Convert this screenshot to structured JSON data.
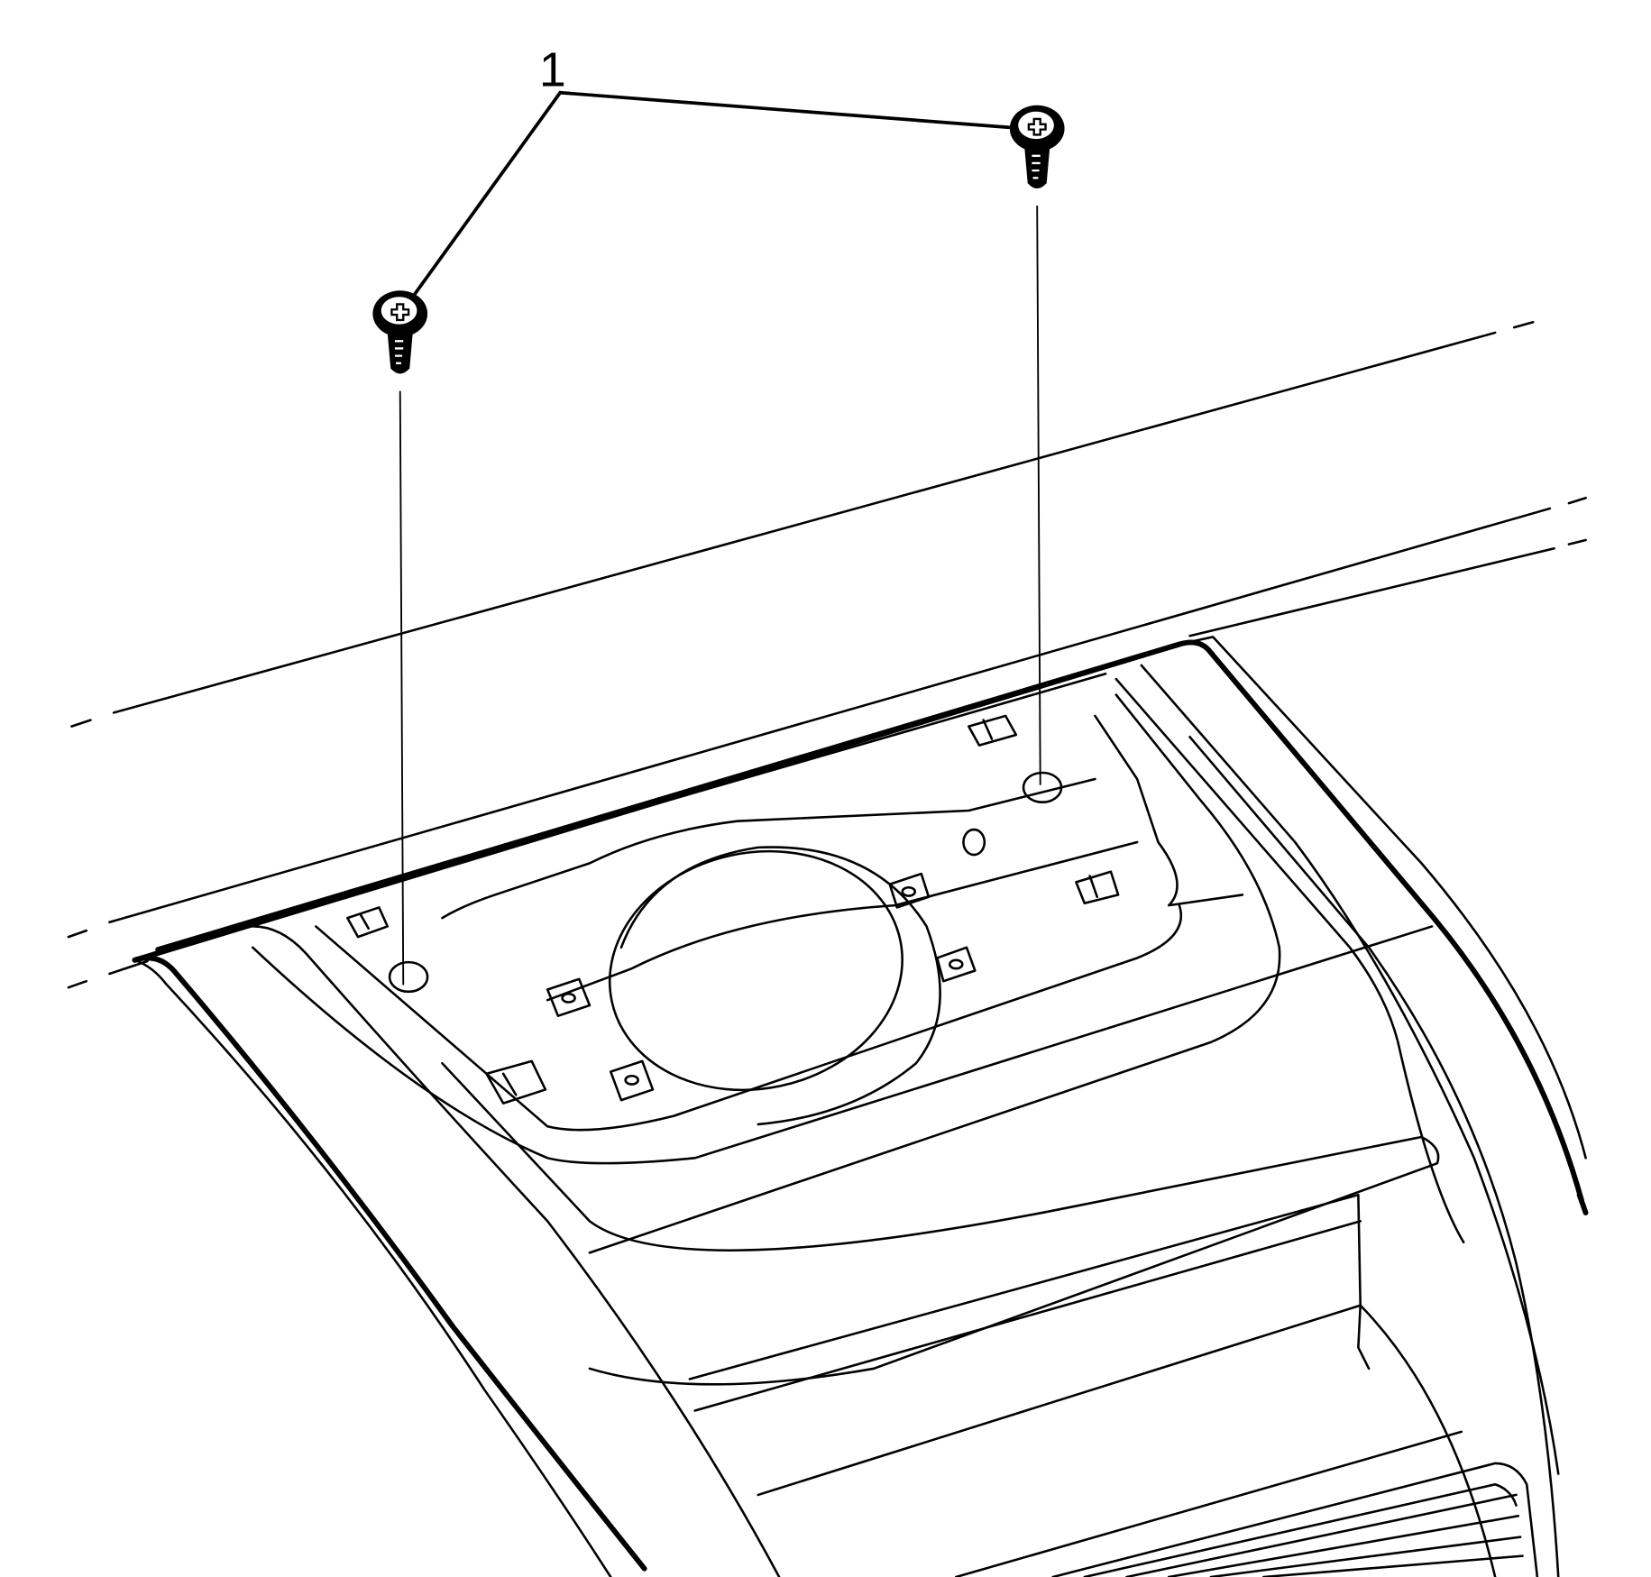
{
  "diagram": {
    "type": "exploded-view technical illustration",
    "subject": "console trim panel fastener removal",
    "line_color": "#000000",
    "background": "#ffffff",
    "callouts": [
      {
        "label": "1",
        "refers_to": "screws (2)"
      }
    ],
    "parts": [
      {
        "id": "screw-left",
        "name": "Phillips-head screw"
      },
      {
        "id": "screw-right",
        "name": "Phillips-head screw"
      },
      {
        "id": "console-panel",
        "name": "Console trim panel with cup holder opening"
      }
    ]
  }
}
